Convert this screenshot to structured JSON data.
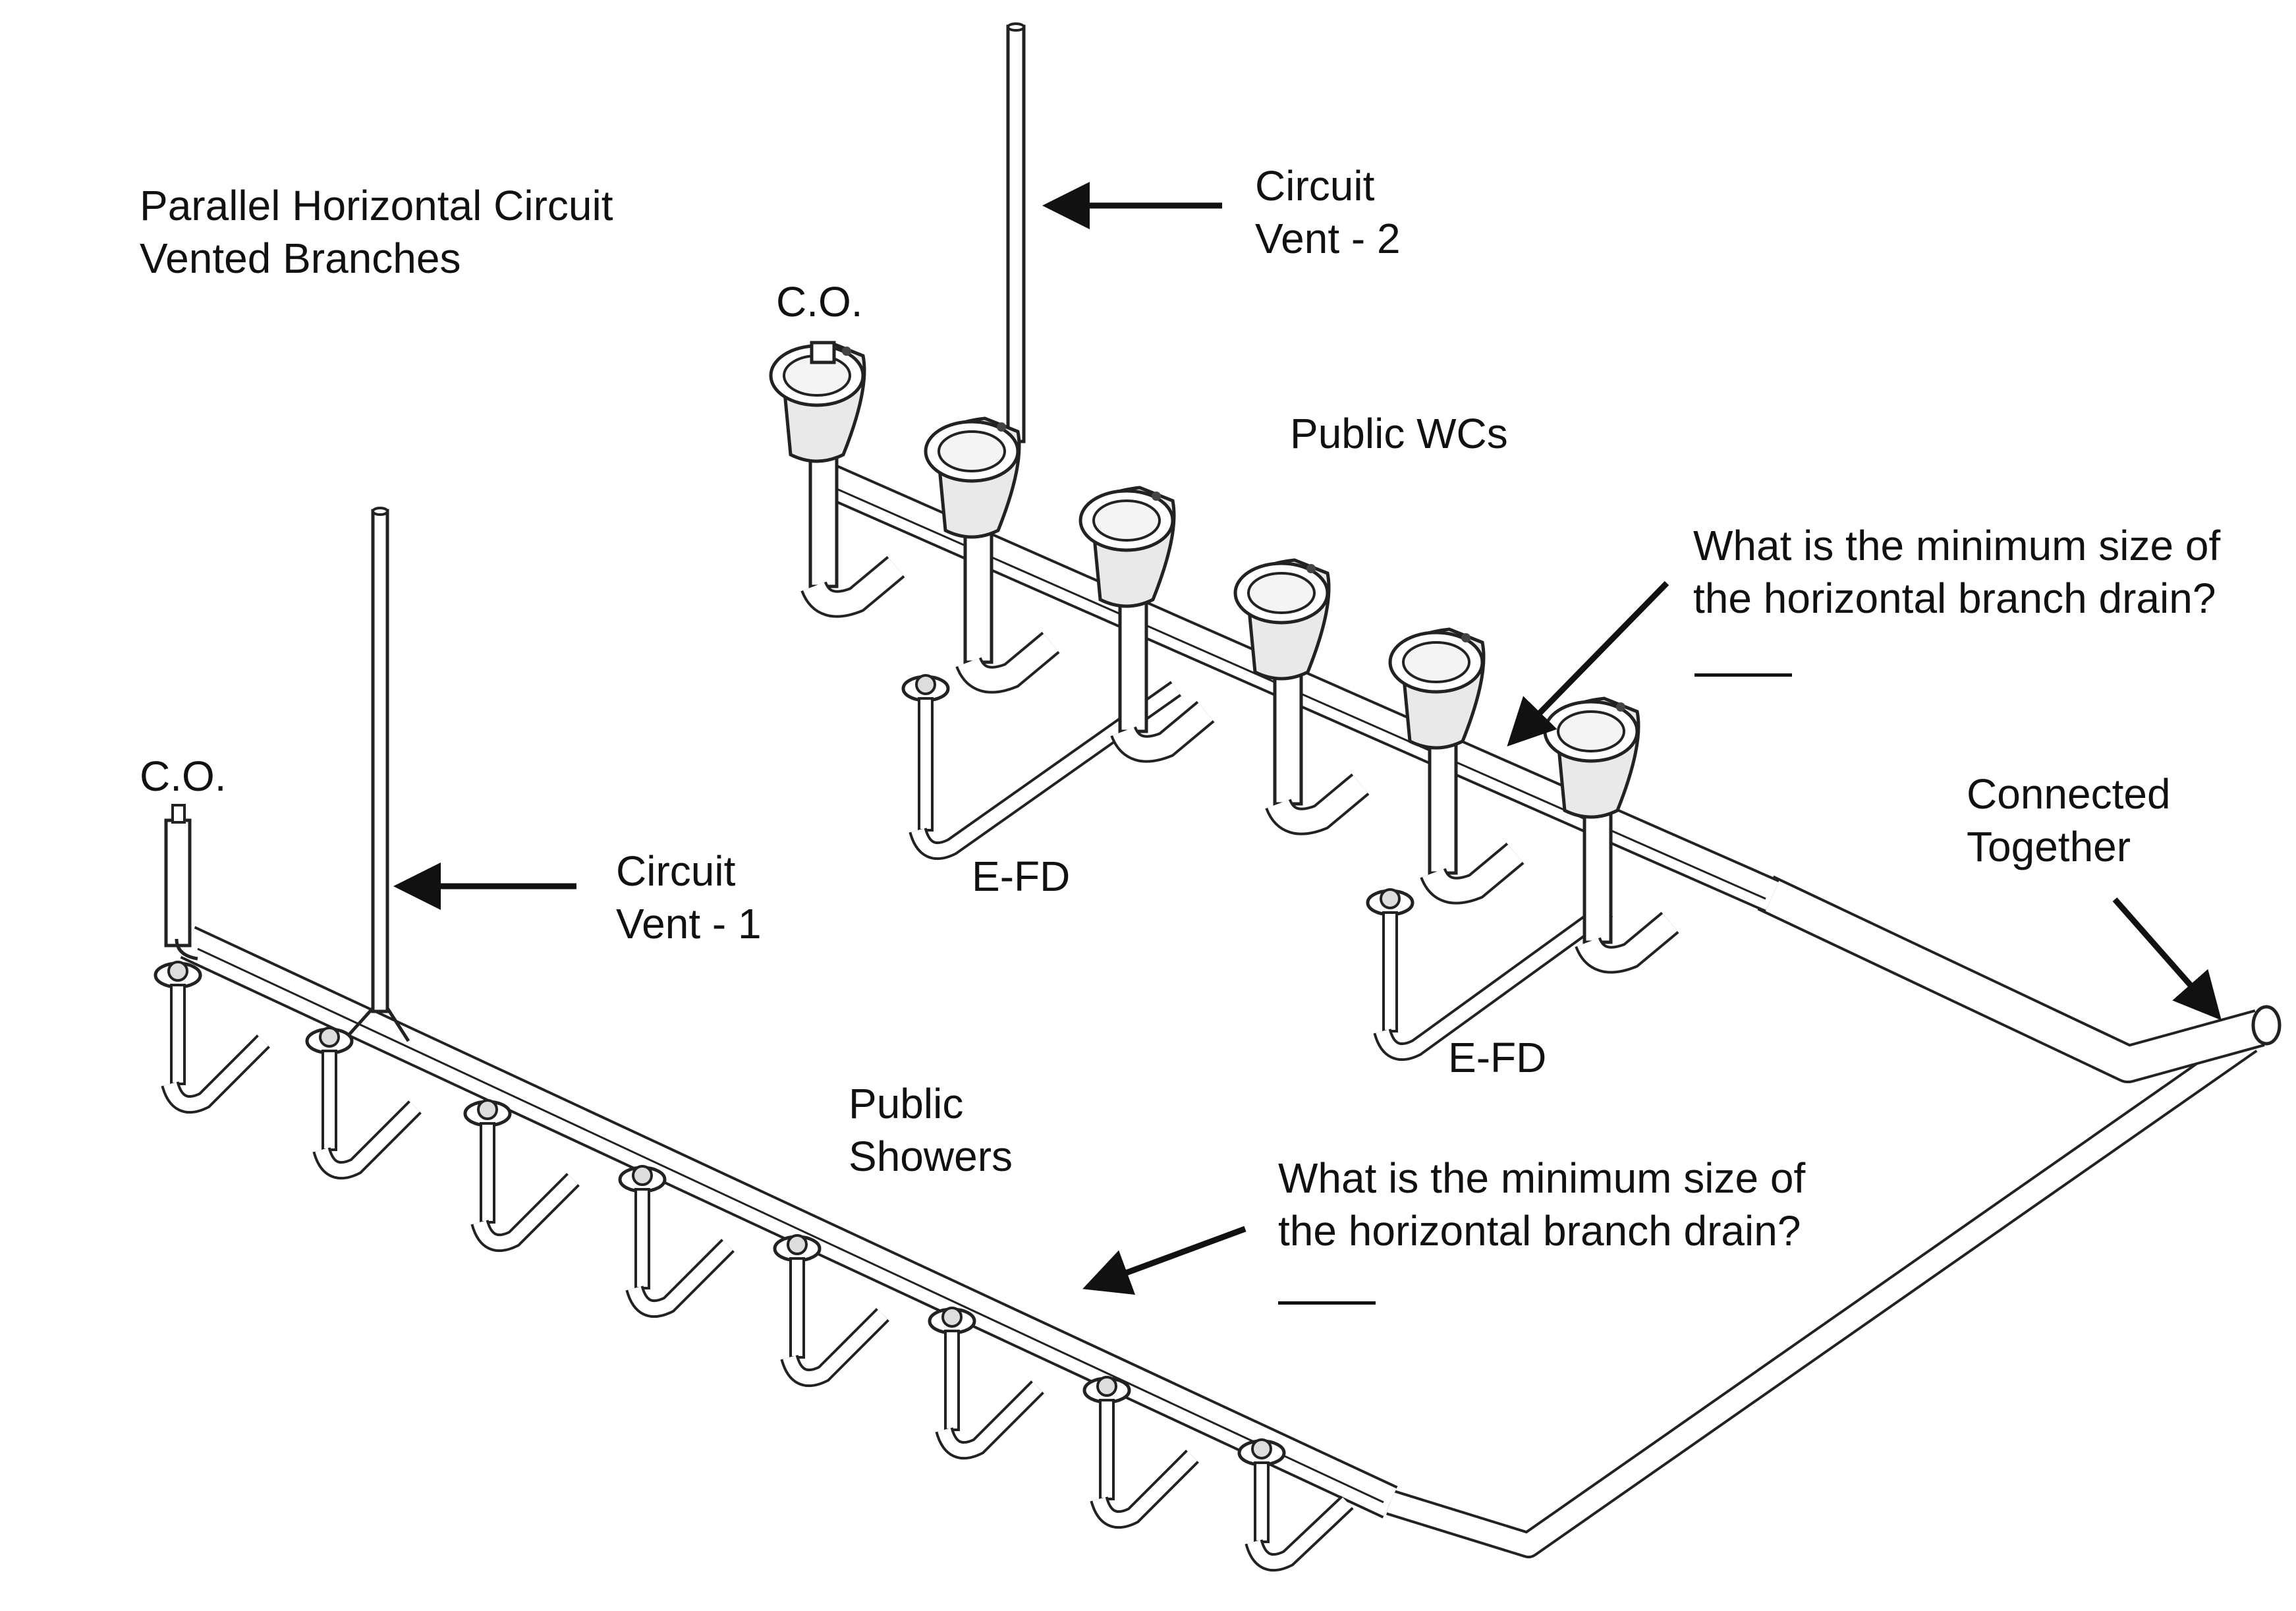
{
  "title": {
    "line1": "Parallel Horizontal Circuit",
    "line2": "Vented Branches"
  },
  "labels": {
    "co_top": "C.O.",
    "co_left": "C.O.",
    "circuit_vent_2_line1": "Circuit",
    "circuit_vent_2_line2": "Vent - 2",
    "circuit_vent_1_line1": "Circuit",
    "circuit_vent_1_line2": "Vent - 1",
    "public_wcs": "Public WCs",
    "public_showers_line1": "Public",
    "public_showers_line2": "Showers",
    "efd_top": "E-FD",
    "efd_right": "E-FD",
    "connected_line1": "Connected",
    "connected_line2": "Together"
  },
  "questions": {
    "wc_line1": "What is the minimum size of",
    "wc_line2": "the horizontal branch drain?",
    "shower_line1": "What is the minimum size of",
    "shower_line2": "the horizontal branch drain?"
  },
  "colors": {
    "text": "#111111",
    "pipe_outline": "#222222",
    "pipe_fill": "#ffffff",
    "fixture_shade": "#e9e9e9"
  }
}
